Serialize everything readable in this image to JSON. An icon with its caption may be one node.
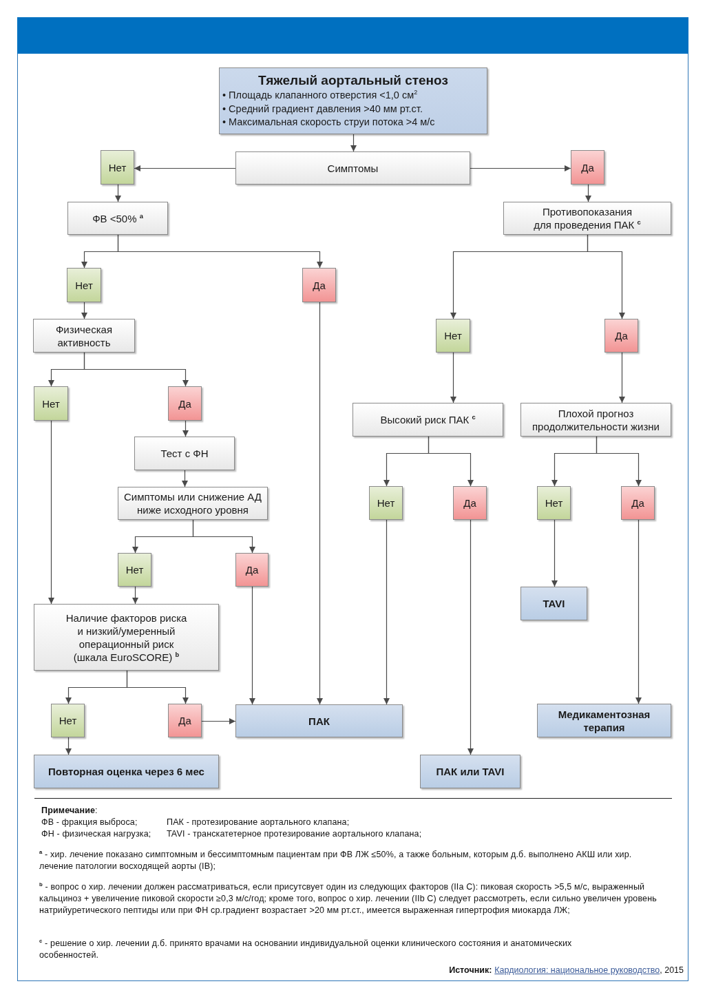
{
  "diagram": {
    "nodes": [
      {
        "text": [
          "Тяжелый аортальный стеноз",
          "• Площадь клапанного отверстия <1,0 см$^{2}$",
          "• Средний градиент давления >40 мм рт.ст.",
          "• Максимальная скорость струи потока >4 м/с"
        ]
      },
      {
        "text": [
          "Симптомы"
        ]
      },
      {
        "text": [
          "Нет"
        ]
      },
      {
        "text": [
          "Да"
        ]
      },
      {
        "text": [
          "ФВ <50% $^{a}$"
        ]
      },
      {
        "text": [
          "Противопоказания для проведения ПАК $^{c}$"
        ]
      },
      {
        "text": [
          "Нет"
        ]
      },
      {
        "text": [
          "Да"
        ]
      },
      {
        "text": [
          "Физическая активность"
        ]
      },
      {
        "text": [
          "Нет"
        ]
      },
      {
        "text": [
          "Да"
        ]
      },
      {
        "text": [
          "Нет"
        ]
      },
      {
        "text": [
          "Да"
        ]
      },
      {
        "text": [
          "Высокий риск ПАК $^{c}$"
        ]
      },
      {
        "text": [
          "Плохой прогноз продолжительности жизни"
        ]
      },
      {
        "text": [
          "Тест с ФН"
        ]
      },
      {
        "text": [
          "Нет"
        ]
      },
      {
        "text": [
          "Да"
        ]
      },
      {
        "text": [
          "Нет"
        ]
      },
      {
        "text": [
          "Да"
        ]
      },
      {
        "text": [
          "Симптомы или снижение АД ниже исходного уровня"
        ]
      },
      {
        "text": [
          "Нет"
        ]
      },
      {
        "text": [
          "Да"
        ]
      },
      {
        "text": [
          "TAVI"
        ]
      },
      {
        "text": [
          "Наличие факторов риска и низкий/умеренный операционный риск (шкала EuroSCORE) $^{b}$"
        ]
      },
      {
        "text": [
          "Нет"
        ]
      },
      {
        "text": [
          "Да"
        ]
      },
      {
        "text": [
          "ПАК"
        ]
      },
      {
        "text": [
          "Медикаментозная терапия"
        ]
      },
      {
        "text": [
          "Повторная оценка через 6 мес"
        ]
      },
      {
        "text": [
          "ПАК или TAVI"
        ]
      }
    ],
    "edges": [
      {
        "from": 0,
        "to": 1,
        "arrow": "to"
      },
      {
        "from": 1,
        "to": 2,
        "arrow": "to"
      },
      {
        "from": 1,
        "to": 3,
        "arrow": "to"
      },
      {
        "from": 2,
        "to": 4,
        "arrow": "to"
      },
      {
        "from": 3,
        "to": 5,
        "arrow": "to"
      },
      {
        "from": 4,
        "to": 6,
        "arrow": "to"
      },
      {
        "from": 4,
        "to": 7,
        "arrow": "to"
      },
      {
        "from": 5,
        "to": 9,
        "arrow": "to"
      },
      {
        "from": 5,
        "to": 10,
        "arrow": "to"
      },
      {
        "from": 6,
        "to": 8,
        "arrow": "to"
      },
      {
        "from": 7,
        "to": 27,
        "arrow": "to"
      },
      {
        "from": 8,
        "to": 11,
        "arrow": "to"
      },
      {
        "from": 8,
        "to": 12,
        "arrow": "to"
      },
      {
        "from": 9,
        "to": 13,
        "arrow": "to"
      },
      {
        "from": 10,
        "to": 14,
        "arrow": "to"
      },
      {
        "from": 11,
        "to": 24,
        "arrow": "to"
      },
      {
        "from": 12,
        "to": 15,
        "arrow": "to"
      },
      {
        "from": 13,
        "to": 16,
        "arrow": "to"
      },
      {
        "from": 13,
        "to": 17,
        "arrow": "to"
      },
      {
        "from": 14,
        "to": 18,
        "arrow": "to"
      },
      {
        "from": 14,
        "to": 19,
        "arrow": "to"
      },
      {
        "from": 15,
        "to": 20,
        "arrow": "to"
      },
      {
        "from": 16,
        "to": 27,
        "arrow": "to"
      },
      {
        "from": 17,
        "to": 30,
        "arrow": "to"
      },
      {
        "from": 18,
        "to": 23,
        "arrow": "to"
      },
      {
        "from": 19,
        "to": 28,
        "arrow": "to"
      },
      {
        "from": 20,
        "to": 21,
        "arrow": "to"
      },
      {
        "from": 20,
        "to": 22,
        "arrow": "to"
      },
      {
        "from": 21,
        "to": 24,
        "arrow": "to"
      },
      {
        "from": 22,
        "to": 27,
        "arrow": "to"
      },
      {
        "from": 24,
        "to": 25,
        "arrow": "to"
      },
      {
        "from": 24,
        "to": 26,
        "arrow": "to"
      },
      {
        "from": 25,
        "to": 29,
        "arrow": "to"
      },
      {
        "from": 26,
        "to": 27,
        "arrow": "to"
      }
    ],
    "labels": [
      "**Примечание**:",
      "ФВ - фракция выброса;",
      "ПАК - протезирование аортального клапана;",
      "ФН - физическая нагрузка;",
      "TAVI - транскатетерное протезирование аортального клапана;",
      "$^{a}$ - хир. лечение показано симптомным и бессимптомным пациентам при ФВ ЛЖ ≤50%, а также больным, которым д.б. выполнено АКШ или хир. лечение патологии восходящей аорты (IB);",
      "$^{b}$ - вопрос о хир. лечении должен рассматриваться, если присутсвует один из следующих факторов (IIa C): пиковая скорость >5,5 м/с, выраженный кальциноз + увеличение пиковой скорости ≥0,3 м/с/год; кроме того, вопрос о хир. лечении (IIb C) следует рассмотреть, если сильно увеличен уровень натрийуретического пептиды или при ФН ср.градиент возрастает >20 мм рт.ст., имеется выраженная гипертрофия миокарда ЛЖ;",
      "$^{c}$ - решение о хир. лечении д.б. принято врачами на основании индивидуальной оценки клинического состояния и анатомических особенностей.",
      "Источник:",
      "Кардиология: национальное руководство",
      ", 2015"
    ]
  }
}
